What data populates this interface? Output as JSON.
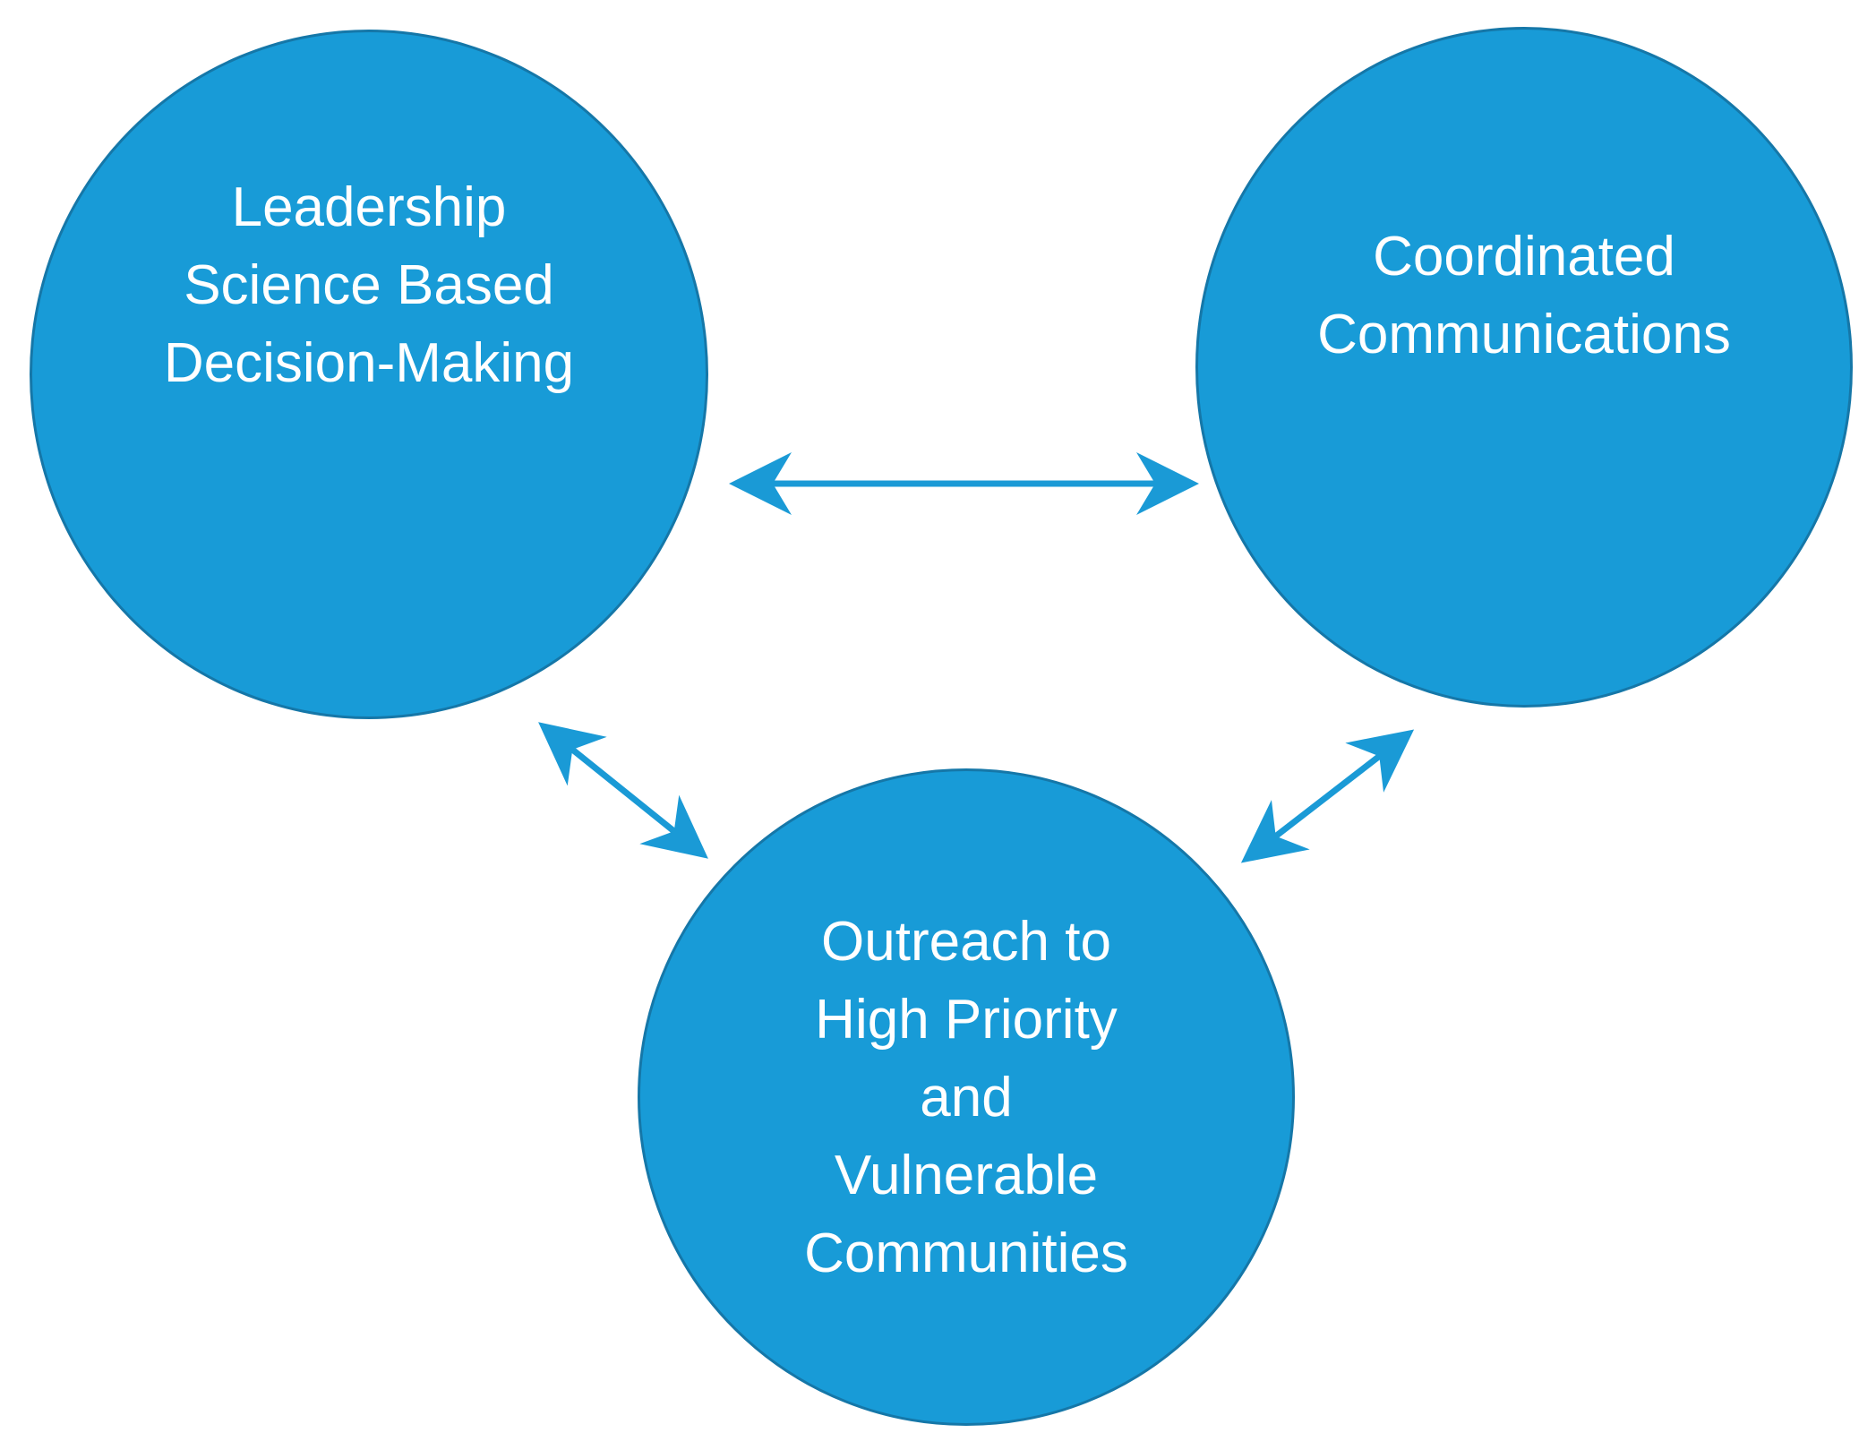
{
  "diagram": {
    "nodes": [
      {
        "id": "leadership",
        "label": "Leadership\nScience Based\nDecision-Making"
      },
      {
        "id": "communications",
        "label": "Coordinated\nCommunications"
      },
      {
        "id": "outreach",
        "label": "Outreach to\nHigh Priority\nand\nVulnerable\nCommunities"
      }
    ],
    "edges": [
      {
        "from": "leadership",
        "to": "communications",
        "direction": "bidirectional"
      },
      {
        "from": "leadership",
        "to": "outreach",
        "direction": "bidirectional"
      },
      {
        "from": "communications",
        "to": "outreach",
        "direction": "bidirectional"
      }
    ]
  },
  "colors": {
    "node_fill": "#189bd7",
    "node_border": "#1577a8",
    "node_text": "#ffffff",
    "arrow": "#1a9ad6"
  }
}
